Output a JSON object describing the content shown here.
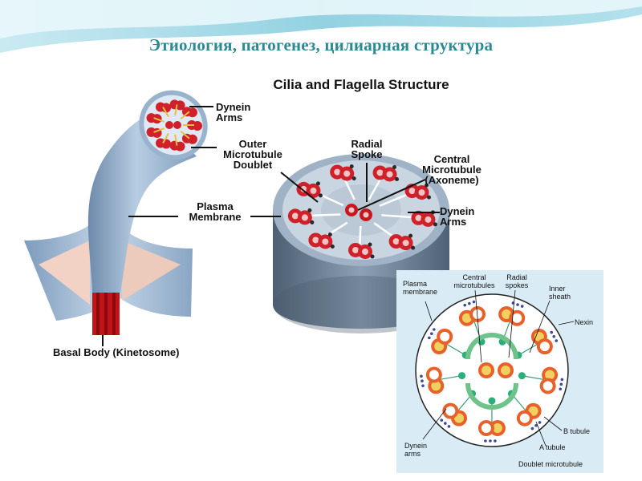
{
  "slide": {
    "title": "Этиология, патогенез, цилиарная структура"
  },
  "figure": {
    "title": "Cilia and Flagella Structure",
    "labels": {
      "dynein_arms_top": [
        "Dynein",
        "Arms"
      ],
      "outer_doublet": [
        "Outer",
        "Microtubule",
        "Doublet"
      ],
      "plasma_membrane": [
        "Plasma",
        "Membrane"
      ],
      "basal_body": "Basal Body (Kinetosome)",
      "radial_spoke": [
        "Radial",
        "Spoke"
      ],
      "central_microtubule": [
        "Central",
        "Microtubule",
        "(Axoneme)"
      ],
      "dynein_arms_right": [
        "Dynein",
        "Arms"
      ]
    }
  },
  "section_diagram": {
    "labels": {
      "plasma_membrane": [
        "Plasma",
        "membrane"
      ],
      "central_microtubules": [
        "Central",
        "microtubules"
      ],
      "radial_spokes": [
        "Radial",
        "spokes"
      ],
      "inner_sheath": [
        "Inner",
        "sheath"
      ],
      "nexin": "Nexin",
      "dynein_arms": [
        "Dynein",
        "arms"
      ],
      "b_tubule": "B tubule",
      "a_tubule": "A tubule",
      "doublet_microtubule": "Doublet microtubule"
    }
  },
  "colors": {
    "title_teal": "#2a8a94",
    "wave_blue": "#6fc3d8",
    "membrane_blue": "#8aa6c4",
    "tubule_red": "#d0202a",
    "tubule_orange": "#e8602a",
    "tubule_yellow": "#f0d060",
    "spoke_green": "#2aae7a",
    "panel_blue": "#d9ecf6"
  }
}
